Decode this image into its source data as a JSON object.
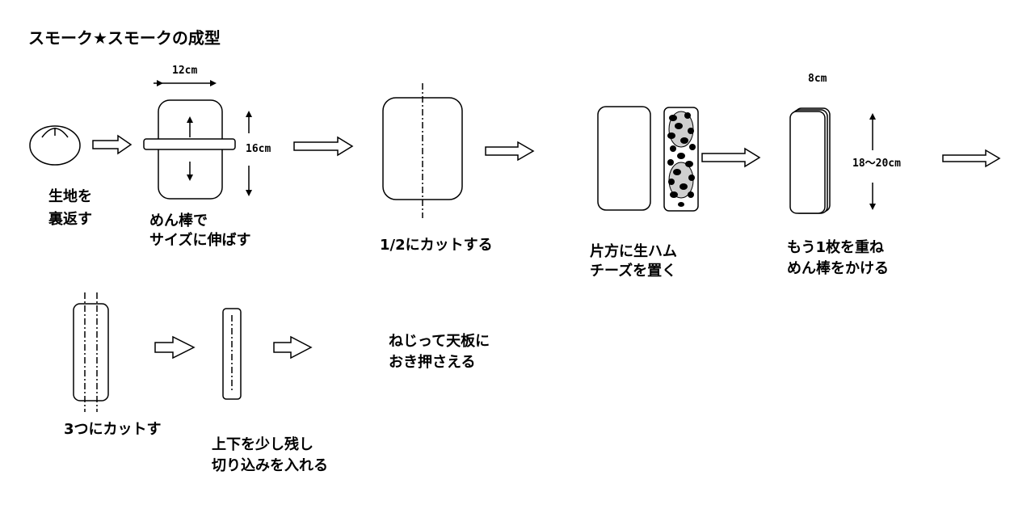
{
  "title": "スモーク★スモークの成型",
  "steps": [
    {
      "caption": [
        "生地を",
        "裏返す"
      ]
    },
    {
      "caption": [
        "めん棒で",
        "サイズに伸ばす"
      ],
      "width_label": "12cm",
      "height_label": "16cm"
    },
    {
      "caption": [
        "1/2にカットする"
      ]
    },
    {
      "caption": [
        "片方に生ハム",
        "チーズを置く"
      ]
    },
    {
      "caption": [
        "もう1枚を重ね",
        "めん棒をかける"
      ],
      "width_label": "8cm",
      "height_label": "18～20cm"
    },
    {
      "caption": [
        "3つにカットす"
      ]
    },
    {
      "caption": [
        "上下を少し残し",
        "切り込みを入れる"
      ]
    },
    {
      "caption": [
        "ねじって天板に",
        "おき押さえる"
      ]
    }
  ]
}
